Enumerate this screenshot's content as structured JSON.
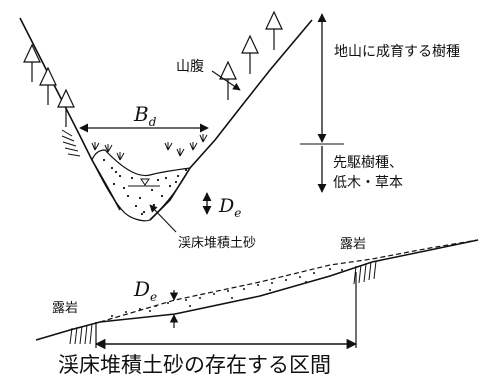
{
  "labels": {
    "yamahara": "山腹",
    "bd_main": "B",
    "bd_sub": "d",
    "jisan": "地山に成育する樹種",
    "senku1": "先駆樹種、",
    "senku2": "低木・草本",
    "de_main": "D",
    "de_sub": "e",
    "keisho_top": "渓床堆積土砂",
    "roiwa_right": "露岩",
    "roiwa_left": "露岩",
    "de2_main": "D",
    "de2_sub": "e",
    "bottom_caption": "渓床堆積土砂の存在する区間"
  },
  "colors": {
    "line": "#111111",
    "background": "#ffffff"
  }
}
